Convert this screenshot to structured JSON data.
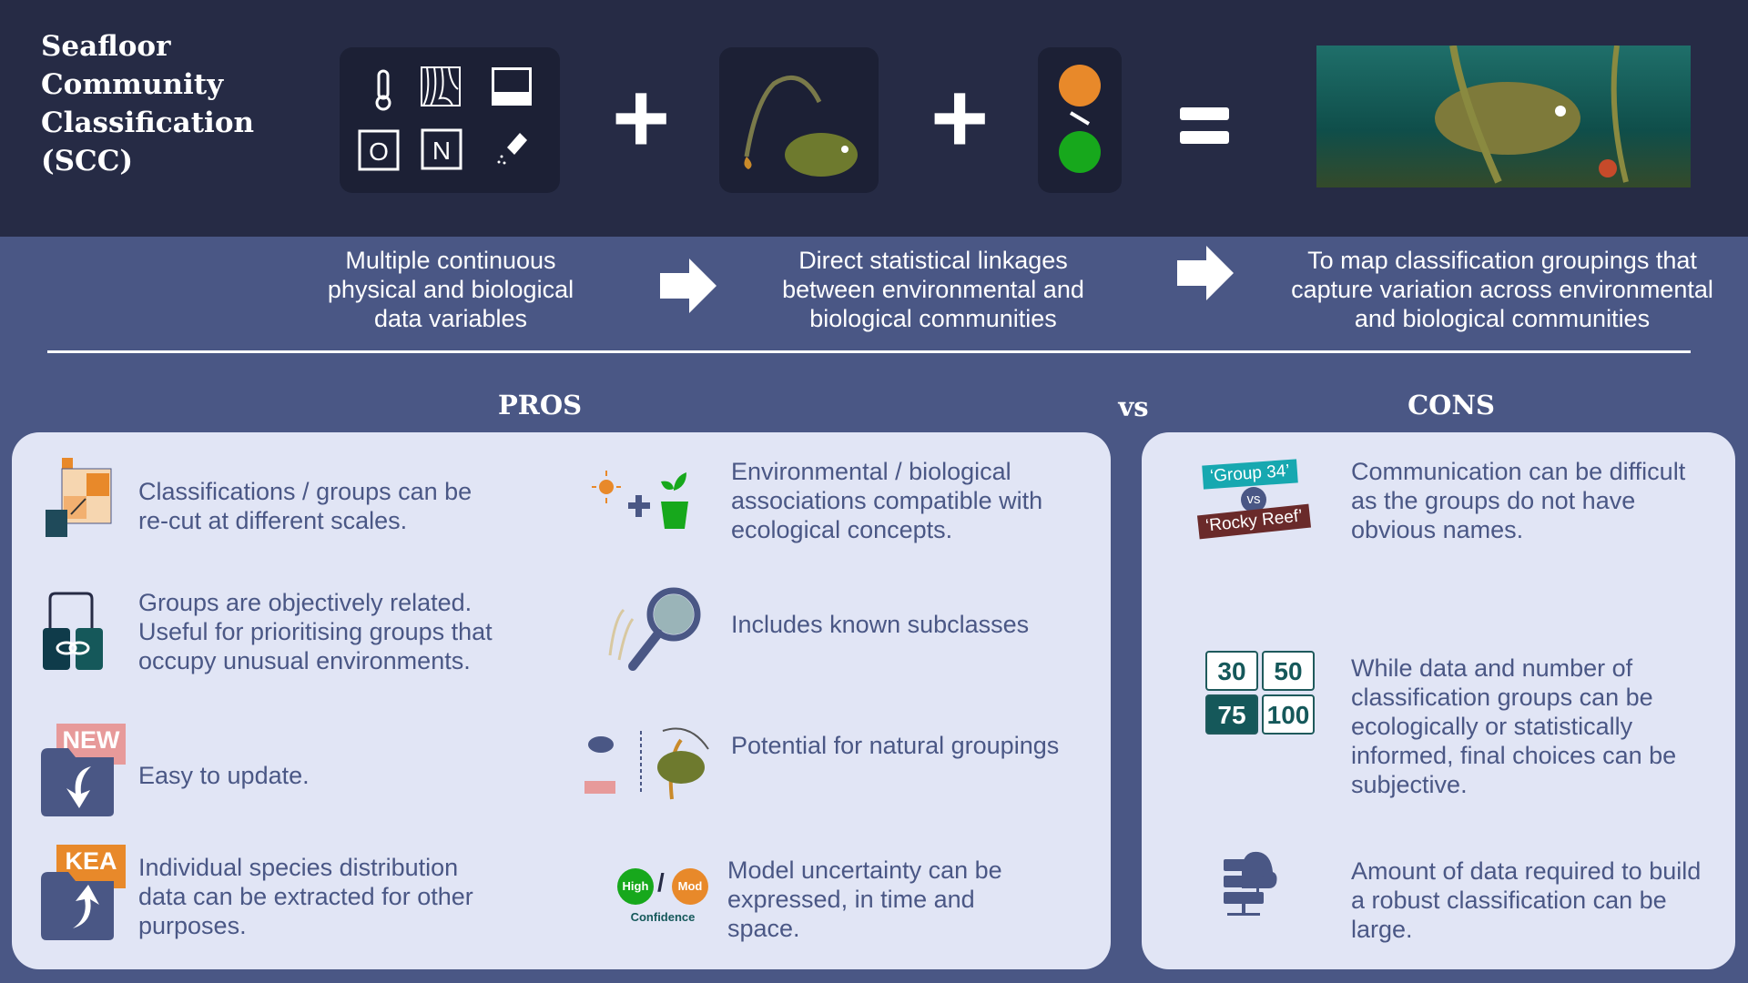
{
  "title": "Seafloor Community Classification (SCC)",
  "header": {
    "data_icons": [
      "thermometer-icon",
      "bathymetry-icon",
      "water-column-icon",
      "oxygen-icon",
      "nitrogen-icon",
      "salt-icon"
    ],
    "oxygen_symbol": "O",
    "nitrogen_symbol": "N",
    "plus": "+",
    "equals": "="
  },
  "flow": [
    "Multiple continuous physical and biological data variables",
    "Direct statistical linkages between environmental and biological communities",
    "To map classification groupings that capture variation across environmental and biological communities"
  ],
  "pros_heading": "PROS",
  "vs_heading": "vs",
  "cons_heading": "CONS",
  "pros": [
    {
      "text": "Classifications / groups can be re-cut at different scales.",
      "icon": "scale-grid-icon"
    },
    {
      "text": "Groups are objectively related. Useful for prioritising groups that occupy unusual environments.",
      "icon": "linked-groups-icon"
    },
    {
      "text": "Easy to update.",
      "icon": "update-folder-icon",
      "badge": "NEW"
    },
    {
      "text": "Individual species distribution data can be extracted for other purposes.",
      "icon": "export-folder-icon",
      "badge": "KEA"
    },
    {
      "text": "Environmental / biological associations compatible with ecological concepts.",
      "icon": "sun-plus-plant-icon"
    },
    {
      "text": "Includes known subclasses",
      "icon": "magnifier-reef-icon"
    },
    {
      "text": "Potential for natural groupings",
      "icon": "fish-kelp-icon"
    },
    {
      "text": "Model uncertainty can be expressed, in time and space.",
      "icon": "confidence-icon",
      "high": "High",
      "mod": "Mod",
      "confidence": "Confidence"
    }
  ],
  "cons": [
    {
      "text": "Communication can be difficult as the groups do not have obvious names.",
      "icon": "naming-icon",
      "label_a": "‘Group 34’",
      "vs": "vs",
      "label_b": "‘Rocky Reef’"
    },
    {
      "text": "While data and number of classification groups can be ecologically or statistically informed, final choices can be subjective.",
      "icon": "group-count-icon",
      "tiles": [
        "30",
        "50",
        "75",
        "100"
      ]
    },
    {
      "text": "Amount of  data required to build a robust classification can be large.",
      "icon": "server-cloud-icon"
    }
  ],
  "colors": {
    "header": "#262b45",
    "band": "#4a5785",
    "panel": "#e1e5f5",
    "orange": "#e8892a",
    "green": "#17a81c",
    "teal": "#15585a"
  }
}
